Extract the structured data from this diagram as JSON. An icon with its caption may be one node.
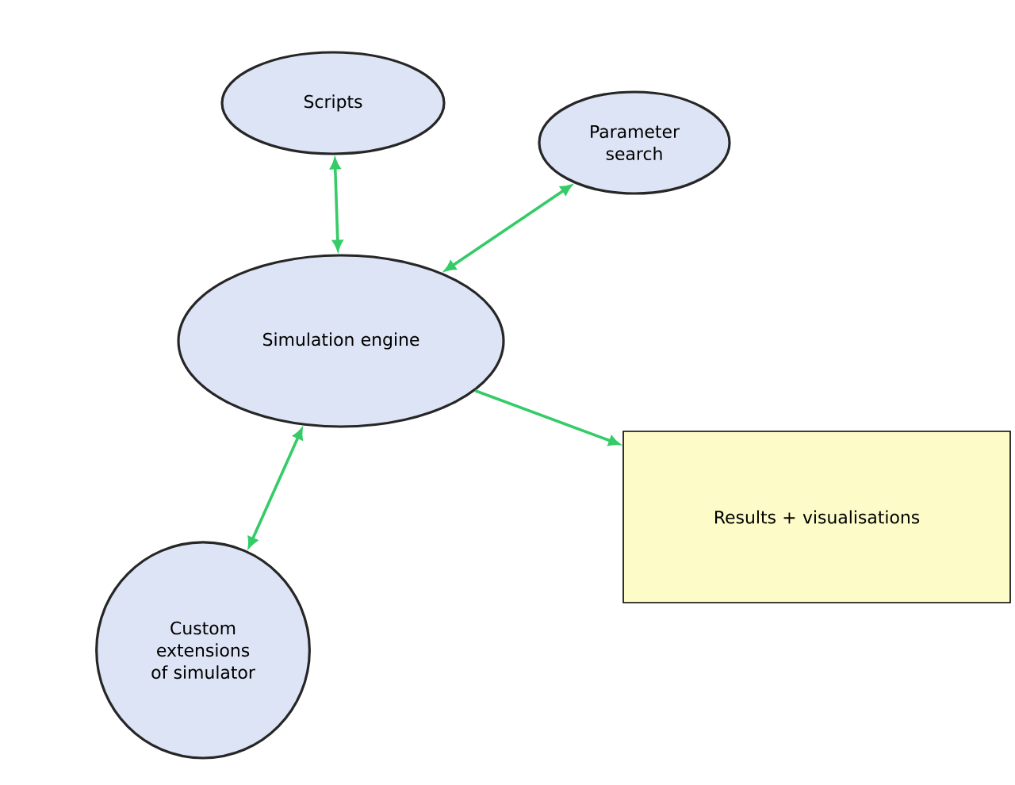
{
  "diagram": {
    "nodes": [
      {
        "text": [
          "Scripts"
        ]
      },
      {
        "text": [
          "Parameter search"
        ]
      },
      {
        "text": [
          "Simulation engine"
        ]
      },
      {
        "text": [
          "Results + visualisations"
        ]
      },
      {
        "text": [
          "Custom extensions of simulator"
        ]
      }
    ],
    "edges": [
      {
        "from": 0,
        "to": 2,
        "arrow": "both"
      },
      {
        "from": 1,
        "to": 2,
        "arrow": "both"
      },
      {
        "from": 2,
        "to": 3,
        "arrow": "to"
      },
      {
        "from": 2,
        "to": 4,
        "arrow": "both"
      }
    ]
  }
}
